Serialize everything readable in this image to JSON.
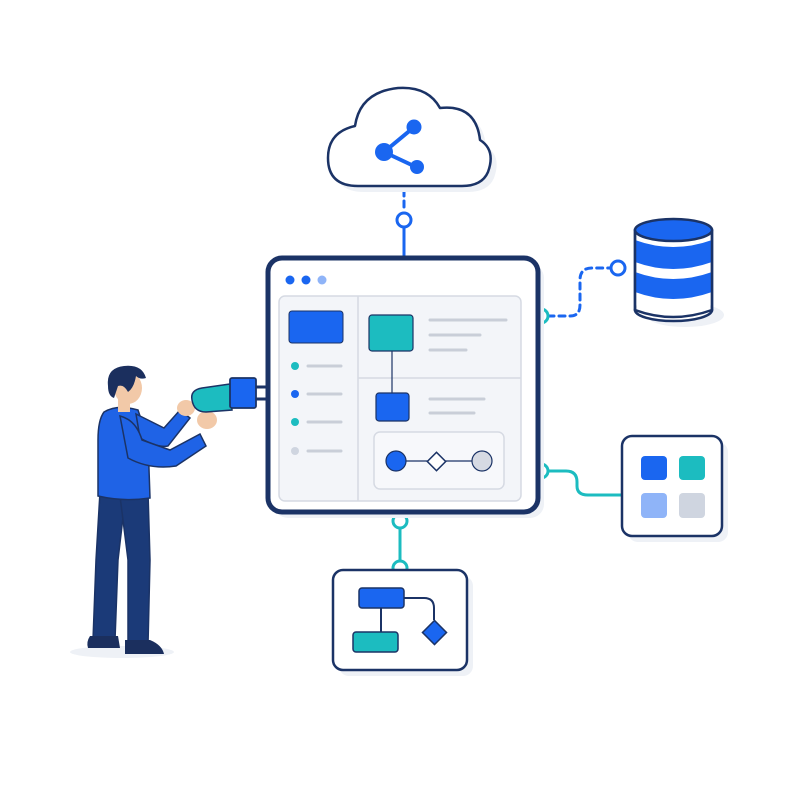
{
  "colors": {
    "navy": "#1b3366",
    "blue": "#1a66f0",
    "light_blue": "#8fb4f8",
    "teal": "#1cbcc0",
    "gray": "#cfd5e0",
    "line_gray": "#d6dae3",
    "panel_fill": "#f3f5f9",
    "shadow": "#eef1f6",
    "white": "#ffffff",
    "skin": "#f2c9a8",
    "hair": "#1b2f5e",
    "shirt": "#1f63e6",
    "pants": "#1b3a78"
  },
  "icons": [
    "cloud-share-icon",
    "database-icon",
    "apps-grid-icon",
    "flowchart-icon",
    "plug-connector-icon",
    "person-figure"
  ],
  "central_window": {
    "title_dots": 3,
    "sidebar_items": 4
  },
  "app_grid_tiles": 4
}
